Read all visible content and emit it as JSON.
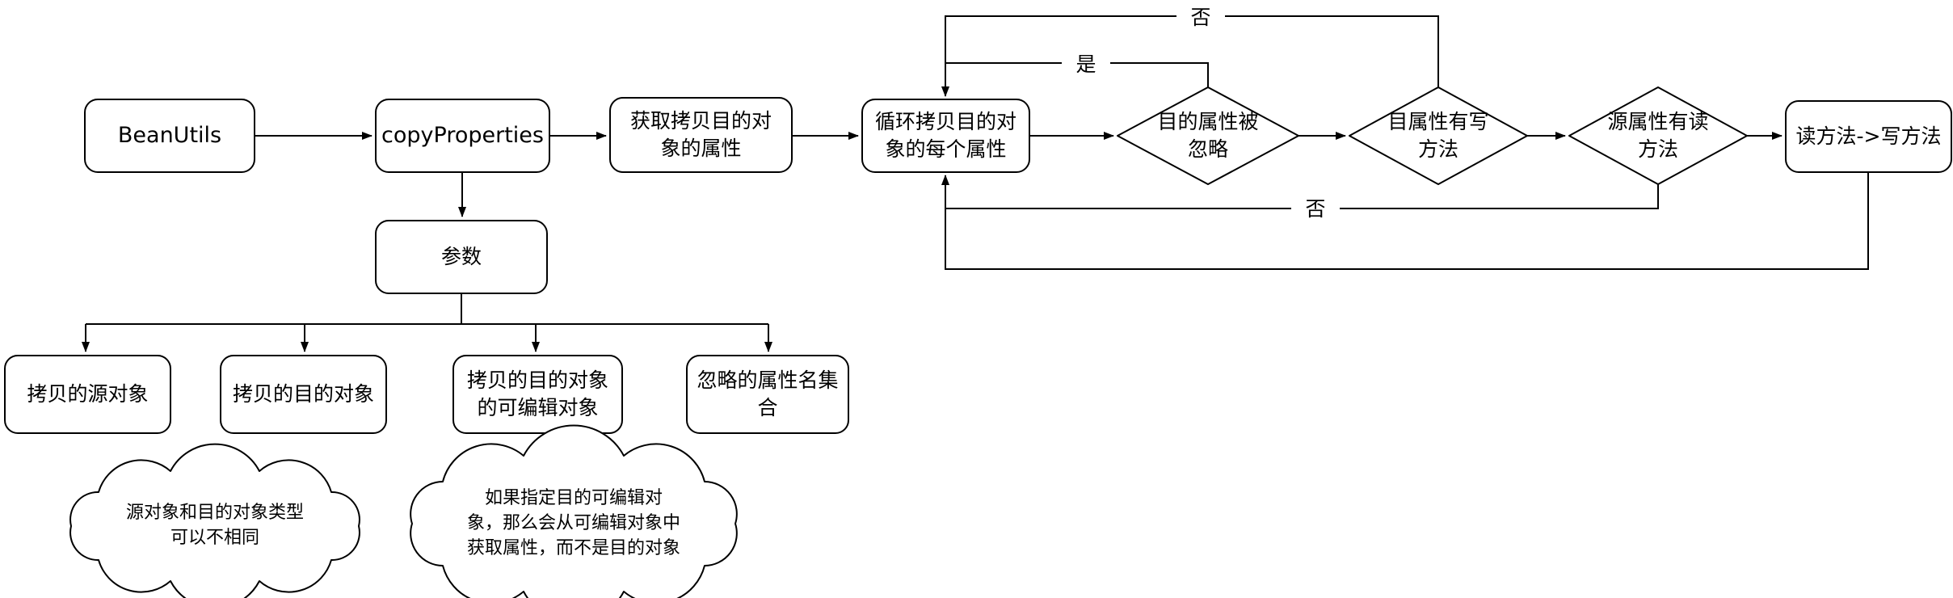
{
  "colors": {
    "stroke": "#000000",
    "background": "#ffffff",
    "text": "#000000"
  },
  "flow": {
    "beanutils": "BeanUtils",
    "copy_properties": "copyProperties",
    "get_target_props": "获取拷贝目的对\n象的属性",
    "loop_each_prop": "循环拷贝目的对\n象的每个属性",
    "prop_ignored": "目的属性被\n忽略",
    "target_has_write": "目属性有写\n方法",
    "source_has_read": "源属性有读\n方法",
    "read_to_write": "读方法->写方法"
  },
  "edge_labels": {
    "yes": "是",
    "no_top": "否",
    "no_bottom": "否"
  },
  "params": {
    "title": "参数",
    "children": [
      "拷贝的源对象",
      "拷贝的目的对象",
      "拷贝的目的对象\n的可编辑对象",
      "忽略的属性名集\n合"
    ]
  },
  "notes": {
    "type_note": "源对象和目的对象类型\n可以不相同",
    "editable_note": "如果指定目的可编辑对\n象，那么会从可编辑对象中\n获取属性，而不是目的对象"
  }
}
